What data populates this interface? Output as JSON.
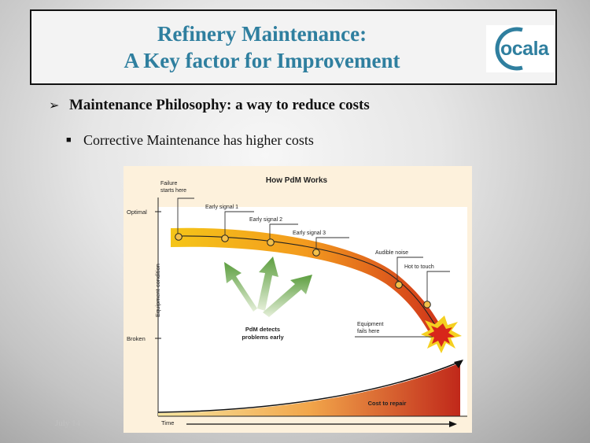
{
  "slide": {
    "title_line1": "Refinery Maintenance:",
    "title_line2": "A Key factor for Improvement",
    "logo_text": "ocala",
    "bullet1": "Maintenance Philosophy: a way to reduce costs",
    "bullet2": "Corrective Maintenance has higher costs",
    "footer": "July 14"
  },
  "figure": {
    "title": "How PdM Works",
    "y_axis_label": "Equipment condition",
    "y_optimal": "Optimal",
    "y_broken": "Broken",
    "x_axis_label": "Time",
    "callout_failure_1": "Failure",
    "callout_failure_2": "starts here",
    "signal_1": "Early signal 1",
    "signal_2": "Early signal 2",
    "signal_3": "Early signal 3",
    "audible": "Audible noise",
    "hot": "Hot to touch",
    "fails_1": "Equipment",
    "fails_2": "fails here",
    "detect_1": "PdM detects",
    "detect_2": "problems early",
    "cost": "Cost to repair"
  },
  "colors": {
    "title": "#2f7f9f",
    "arrow_green": "#6aa84f",
    "curve_start": "#f5c518",
    "curve_end": "#d0331a",
    "cost_dark": "#c0281a"
  }
}
